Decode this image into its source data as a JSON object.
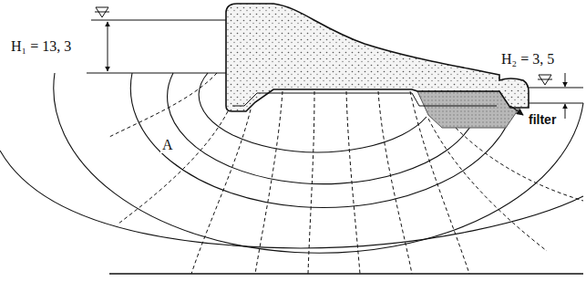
{
  "diagram": {
    "labels": [
      "H₁ = 13, 3",
      "H₂ = 3, 5",
      "A",
      "filter"
    ]
  }
}
